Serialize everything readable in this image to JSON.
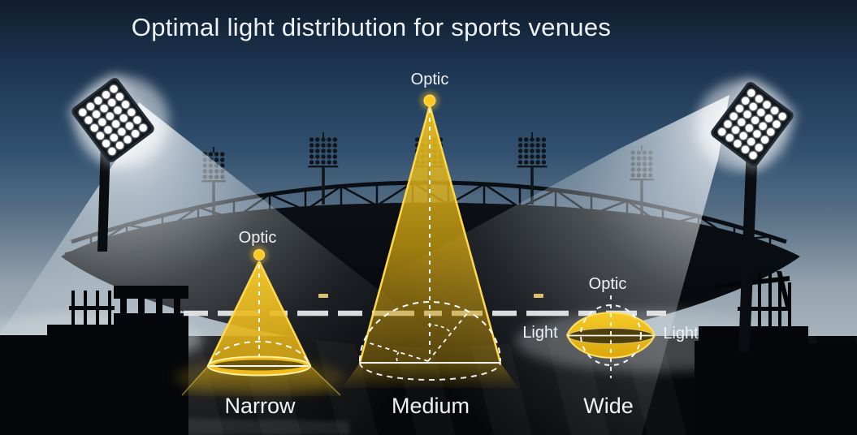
{
  "title": "Optimal light distribution for sports venues",
  "optics": {
    "narrow": {
      "optic_label": "Optic",
      "name_label": "Narrow"
    },
    "medium": {
      "optic_label": "Optic",
      "name_label": "Medium"
    },
    "wide": {
      "optic_label": "Optic",
      "name_label": "Wide",
      "light_left": "Light",
      "light_right": "Light"
    }
  },
  "colors": {
    "accent_yellow": "#F2C01D",
    "accent_yellow_edge": "#FFD84D",
    "beam_white": "#FFFFFF",
    "sky_top": "#16304E",
    "sky_horizon": "#AEB9C0",
    "silhouette": "#070B0F"
  }
}
